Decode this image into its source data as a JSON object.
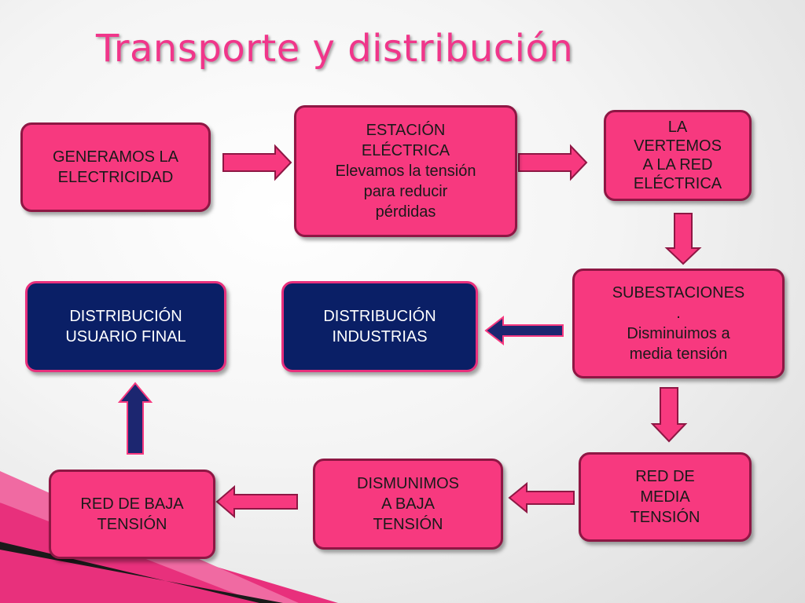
{
  "slide": {
    "title": "Transporte y distribución"
  },
  "colors": {
    "title": "#f0368a",
    "box_pink": "#f7397f",
    "box_pink_border": "#8e1744",
    "box_navy": "#0a1f66",
    "arrow_navy": "#1c2670"
  },
  "boxes": {
    "generamos": "GENERAMOS LA\nELECTRICIDAD",
    "estacion": "ESTACIÓN\nELÉCTRICA\nElevamos la tensión\npara reducir\npérdidas",
    "vertemos": "LA\nVERTEMOS\nA LA RED\nELÉCTRICA",
    "subestaciones": "SUBESTACIONES\n.\nDisminuimos a\nmedia tensión",
    "industrias": "DISTRIBUCIÓN\nINDUSTRIAS",
    "usuario_final": "DISTRIBUCIÓN\nUSUARIO FINAL",
    "red_media": "RED DE\nMEDIA\nTENSIÓN",
    "baja_tension": "DISMUNIMOS\nA BAJA\nTENSIÓN",
    "red_baja": "RED DE BAJA\nTENSIÓN"
  }
}
